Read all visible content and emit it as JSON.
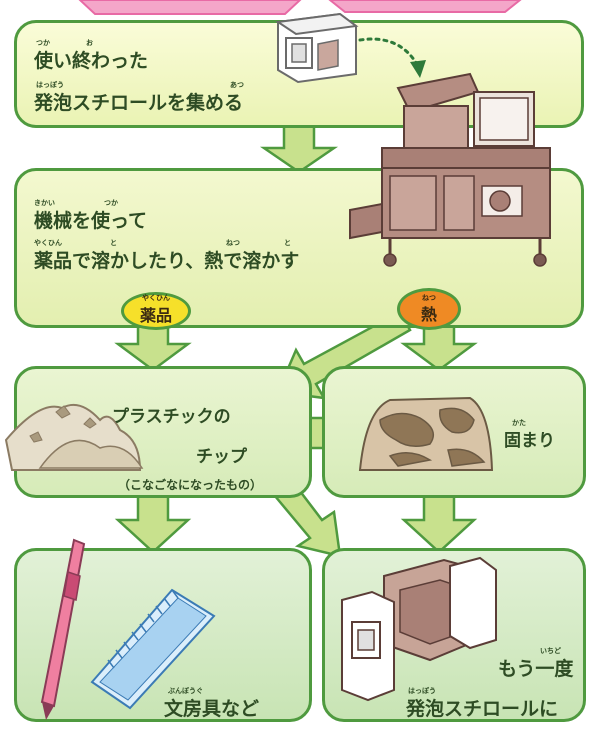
{
  "box1": {
    "line1": "使い終わった",
    "line2": "発泡スチロールを集める",
    "ruby": [
      "つか",
      "お",
      "はっぽう",
      "あつ"
    ]
  },
  "box2": {
    "line1": "機械を使って",
    "line2": "薬品で溶かしたり、熱で溶かす",
    "ruby": [
      "きかい",
      "つか",
      "やくひん",
      "と",
      "ねつ",
      "と"
    ]
  },
  "badges": {
    "chemical": "薬品",
    "chemical_ruby": "やくひん",
    "heat": "熱",
    "heat_ruby": "ねつ"
  },
  "box3": {
    "line1": "プラスチックの",
    "line2": "チップ",
    "note": "（こなごなになったもの）"
  },
  "box4": {
    "label": "固まり",
    "ruby": "かた"
  },
  "box5": {
    "label": "文房具など",
    "ruby": "ぶんぼうぐ"
  },
  "box6": {
    "line1": "もう一度",
    "line2": "発泡スチロールに",
    "ruby": [
      "いちど",
      "はっぽう"
    ]
  },
  "colors": {
    "border": "#4f9a3f",
    "arrow": "#c8e18d",
    "chemical_badge": "#f6e02a",
    "heat_badge": "#ef8a24",
    "text": "#2e4c24"
  }
}
